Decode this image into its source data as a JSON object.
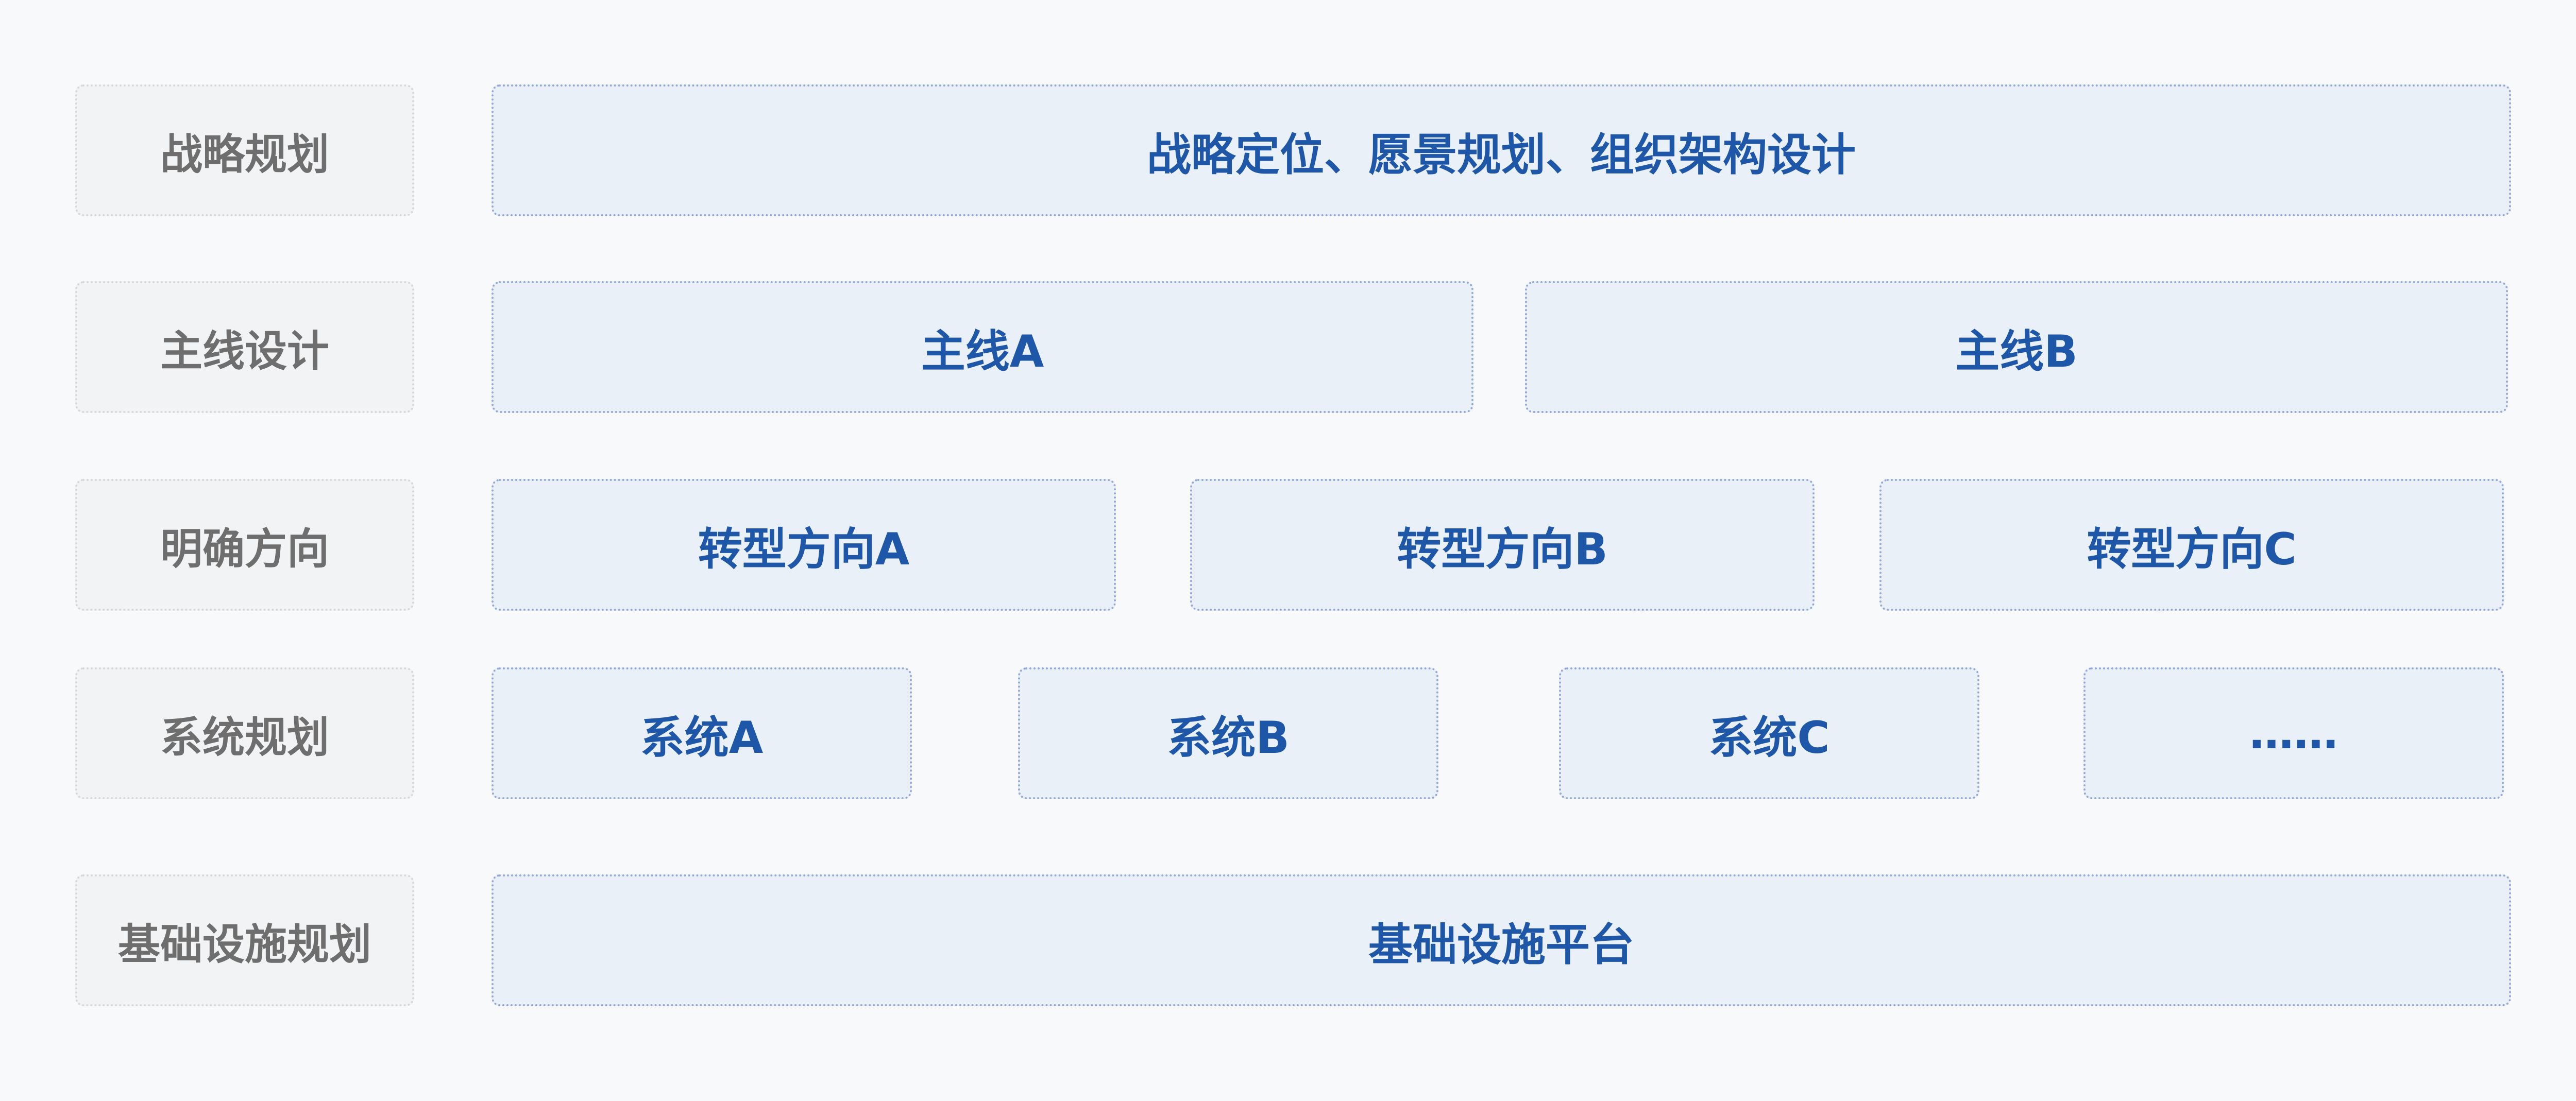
{
  "labels": {
    "strategy": "战略规划",
    "mainline": "主线设计",
    "direction": "明确方向",
    "system": "系统规划",
    "infrastructure": "基础设施规划"
  },
  "rows": {
    "strategy": {
      "item": "战略定位、愿景规划、组织架构设计"
    },
    "mainline": {
      "items": [
        "主线A",
        "主线B"
      ]
    },
    "direction": {
      "items": [
        "转型方向A",
        "转型方向B",
        "转型方向C"
      ]
    },
    "system": {
      "items": [
        "系统A",
        "系统B",
        "系统C",
        "……"
      ]
    },
    "infrastructure": {
      "item": "基础设施平台"
    }
  },
  "colors": {
    "label_bg": "#f2f3f5",
    "label_text": "#6e6e6e",
    "item_bg": "#eaf0f8",
    "item_text": "#1f57a8",
    "item_border": "#94a9d6"
  }
}
